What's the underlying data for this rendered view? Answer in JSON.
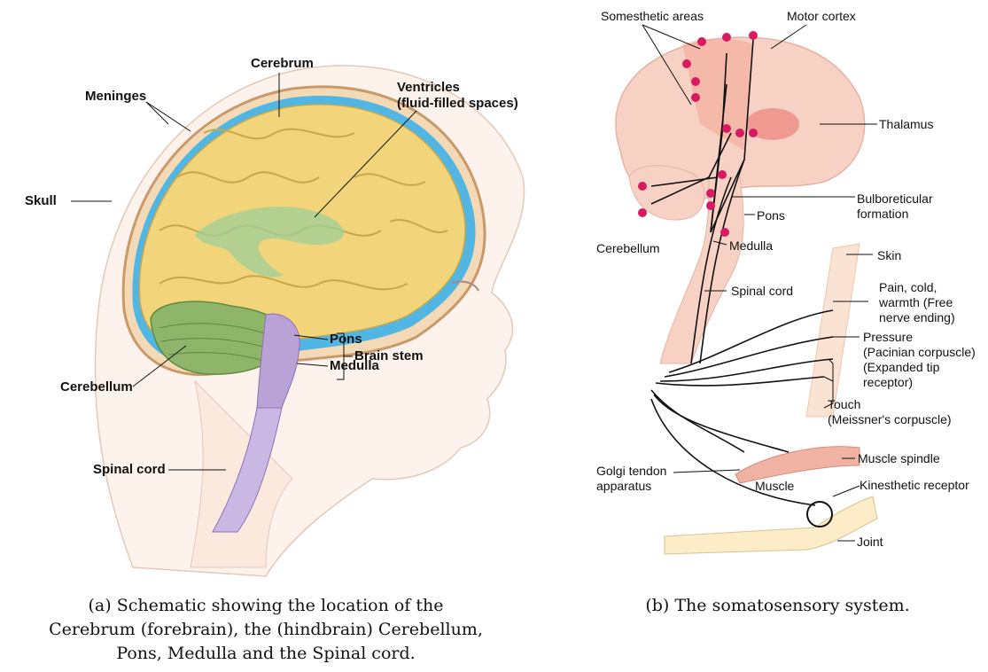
{
  "panel_a": {
    "labels": {
      "cerebrum": "Cerebrum",
      "meninges": "Meninges",
      "ventricles": "Ventricles\n(fluid-filled spaces)",
      "skull": "Skull",
      "pons": "Pons",
      "medulla": "Medulla",
      "brain_stem": "Brain stem",
      "cerebellum": "Cerebellum",
      "spinal_cord": "Spinal cord"
    },
    "caption": "(a) Schematic showing the location of the\nCerebrum (forebrain), the (hindbrain) Cerebellum,\nPons, Medulla and the Spinal cord."
  },
  "panel_b": {
    "labels": {
      "somesthetic": "Somesthetic areas",
      "motor_cortex": "Motor cortex",
      "thalamus": "Thalamus",
      "bulboreticular": "Bulboreticular\nformation",
      "pons": "Pons",
      "cerebellum": "Cerebellum",
      "medulla": "Medulla",
      "skin": "Skin",
      "spinal_cord": "Spinal cord",
      "pain": "Pain, cold,\nwarmth (Free\nnerve ending)",
      "pressure": "Pressure\n(Pacinian corpuscle)\n(Expanded tip\nreceptor)",
      "touch": "Touch\n(Meissner's corpuscle)",
      "muscle_spindle": "Muscle spindle",
      "golgi": "Golgi tendon\napparatus",
      "muscle": "Muscle",
      "kinesthetic": "Kinesthetic receptor",
      "joint": "Joint"
    },
    "caption": "(b) The somatosensory system."
  },
  "colors": {
    "cerebrum": "#f2d47a",
    "cerebellum": "#8fb56a",
    "brainstem": "#b9a3d6",
    "skin": "#fbe3d3",
    "csf": "#52b6e4",
    "node": "#d81b60",
    "brain_b": "#f7d2c4"
  }
}
